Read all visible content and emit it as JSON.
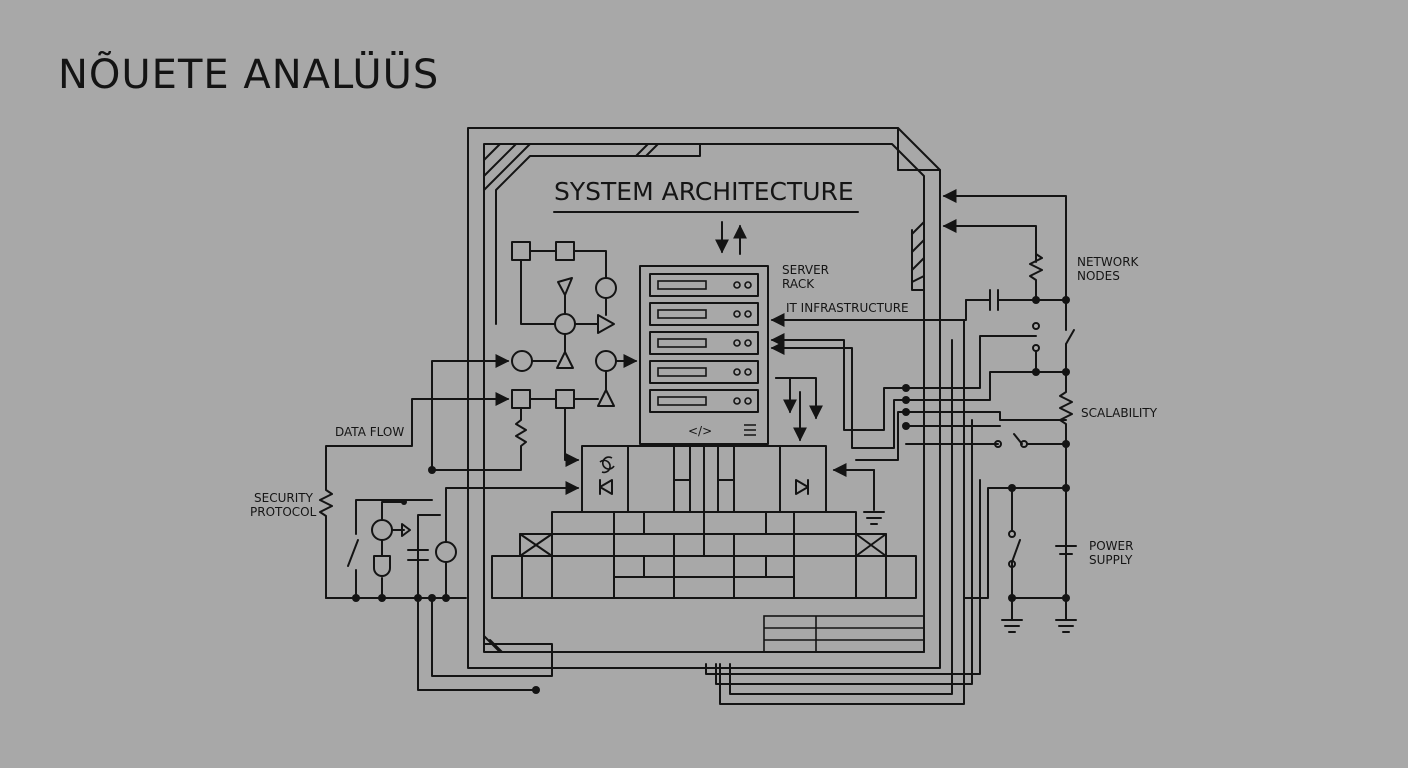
{
  "header": {
    "title": "NÕUETE ANALÜÜS"
  },
  "diagram": {
    "heading": "SYSTEM ARCHITECTURE",
    "labels": {
      "server_rack_line1": "SERVER",
      "server_rack_line2": "RACK",
      "it_infrastructure": "IT INFRASTRUCTURE",
      "network_nodes_line1": "NETWORK",
      "network_nodes_line2": "NODES",
      "scalability": "SCALABILITY",
      "power_supply_line1": "POWER",
      "power_supply_line2": "SUPPLY",
      "data_flow": "DATA FLOW",
      "security_protocol_line1": "SECURITY",
      "security_protocol_line2": "PROTOCOL",
      "code_symbol": "</>"
    }
  },
  "colors": {
    "background": "#a8a8a8",
    "ink": "#141414"
  }
}
